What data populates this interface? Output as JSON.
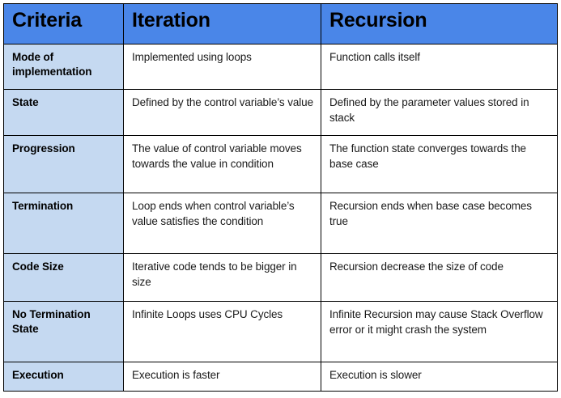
{
  "table": {
    "headers": [
      {
        "label": "Criteria"
      },
      {
        "label": "Iteration"
      },
      {
        "label": "Recursion"
      }
    ],
    "rows": [
      {
        "criteria": "Mode of implementation",
        "iteration": "Implemented using loops",
        "recursion": "Function calls itself"
      },
      {
        "criteria": "State",
        "iteration": "Defined by the control variable’s value",
        "recursion": "Defined by the parameter values stored in stack"
      },
      {
        "criteria": "Progression",
        "iteration": "The value of control variable moves towards the value in condition",
        "recursion": "The function state converges towards the base case"
      },
      {
        "criteria": "Termination",
        "iteration": "Loop ends when control variable’s value satisfies the condition",
        "recursion": "Recursion ends when base case becomes true"
      },
      {
        "criteria": "Code Size",
        "iteration": "Iterative code tends to be bigger in size",
        "recursion": "Recursion decrease the size of code"
      },
      {
        "criteria": "No Termination State",
        "iteration": "Infinite Loops uses CPU Cycles",
        "recursion": "Infinite Recursion may cause Stack Overflow error or it might crash the system"
      },
      {
        "criteria": "Execution",
        "iteration": "Execution is faster",
        "recursion": "Execution is slower"
      }
    ]
  },
  "colors": {
    "header_background": "#4A86E8",
    "criteria_background": "#C5D9F1",
    "content_background": "#FFFFFF",
    "border": "#000000",
    "text": "#1A1A1A"
  }
}
